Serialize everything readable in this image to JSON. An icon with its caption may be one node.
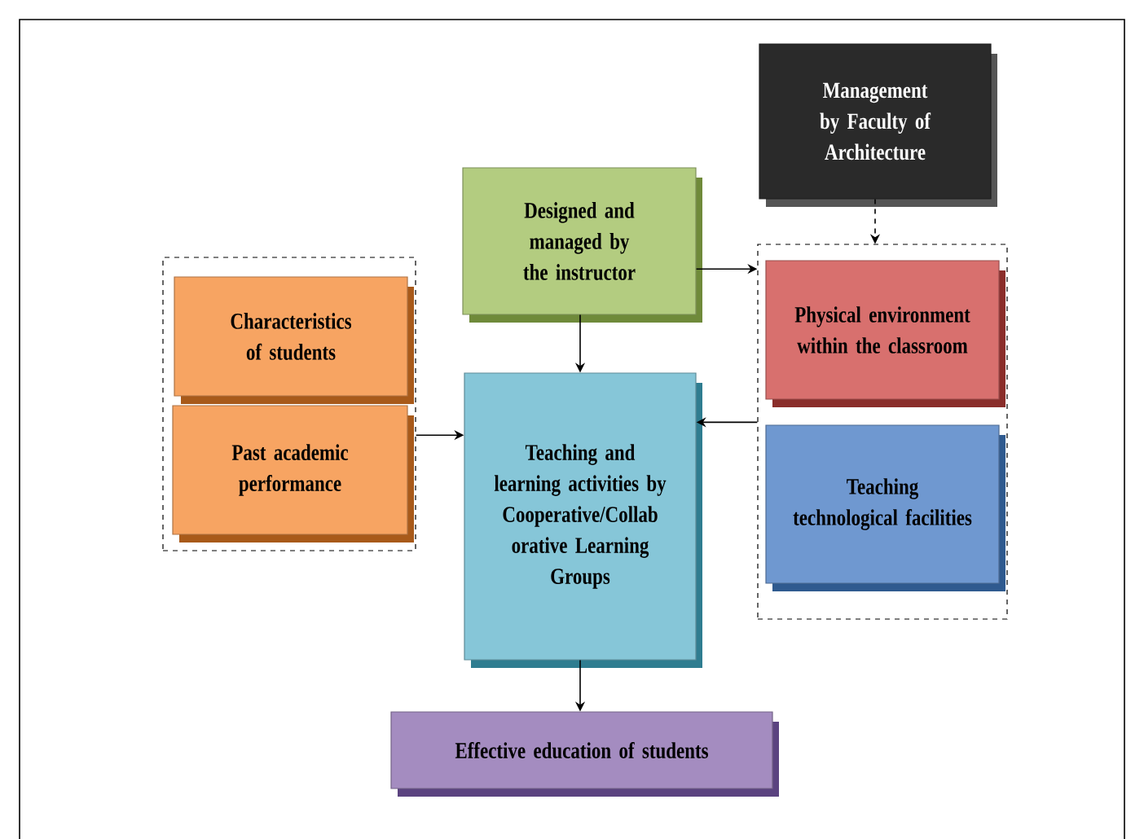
{
  "diagram": {
    "nodes": [
      {
        "text": [],
        "shape": "box"
      },
      {
        "text": [
          "Characteristics of students"
        ],
        "in": 0
      },
      {
        "text": [
          "Past academic performance"
        ],
        "in": 0
      },
      {
        "text": [
          "Management by Faculty of Architecture"
        ]
      },
      {
        "text": [
          "Designed and managed by the instructor"
        ]
      },
      {
        "text": [],
        "shape": "box"
      },
      {
        "text": [
          "Physical environment within the classroom"
        ],
        "in": 5
      },
      {
        "text": [
          "Teaching technological facilities"
        ],
        "in": 5
      },
      {
        "text": [
          "Teaching and learning activities by Cooperative/Collab orative Learning Groups"
        ]
      },
      {
        "text": [
          "Effective education of students"
        ]
      }
    ],
    "edges": [
      {
        "from": 3,
        "to": 5,
        "arrow": "to",
        "style": "dashed"
      },
      {
        "from": 4,
        "to": 5,
        "arrow": "to"
      },
      {
        "from": 4,
        "to": 8,
        "arrow": "to"
      },
      {
        "from": 0,
        "to": 8,
        "arrow": "to"
      },
      {
        "from": 5,
        "to": 8,
        "arrow": "to"
      },
      {
        "from": 8,
        "to": 9,
        "arrow": "to"
      }
    ]
  }
}
